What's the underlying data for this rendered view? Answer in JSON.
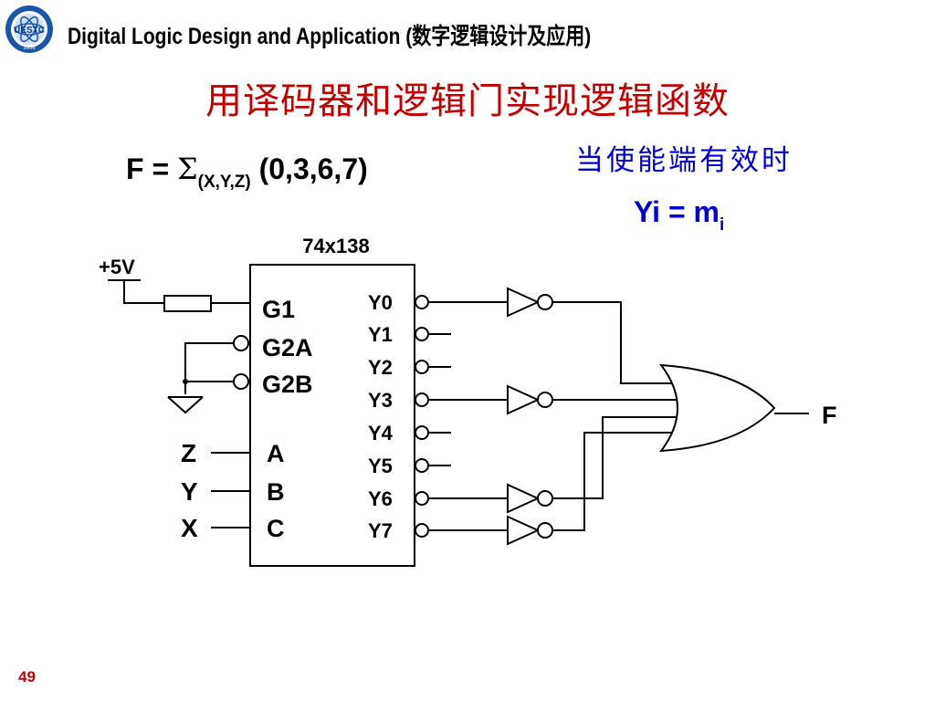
{
  "header": {
    "title": "Digital Logic Design and Application (数字逻辑设计及应用)",
    "logo_text": "UESTC",
    "logo_year": "1956"
  },
  "slide": {
    "title": "用译码器和逻辑门实现逻辑函数",
    "page_number": "49"
  },
  "formula": {
    "lhs": "F = ",
    "sigma": "Σ",
    "subscript": "(X,Y,Z)",
    "terms": " (0,3,6,7)"
  },
  "annotation": {
    "condition": "当使能端有效时",
    "eq_main": "Yi = m",
    "eq_sub": "i"
  },
  "circuit": {
    "chip_name": "74x138",
    "supply_label": "+5V",
    "enable_pins": [
      "G1",
      "G2A",
      "G2B"
    ],
    "select_pins": [
      "A",
      "B",
      "C"
    ],
    "input_signals": [
      "Z",
      "Y",
      "X"
    ],
    "output_pins": [
      "Y0",
      "Y1",
      "Y2",
      "Y3",
      "Y4",
      "Y5",
      "Y6",
      "Y7"
    ],
    "used_outputs": [
      "Y0",
      "Y3",
      "Y6",
      "Y7"
    ],
    "output_label": "F",
    "colors": {
      "wire": "#000000"
    }
  }
}
